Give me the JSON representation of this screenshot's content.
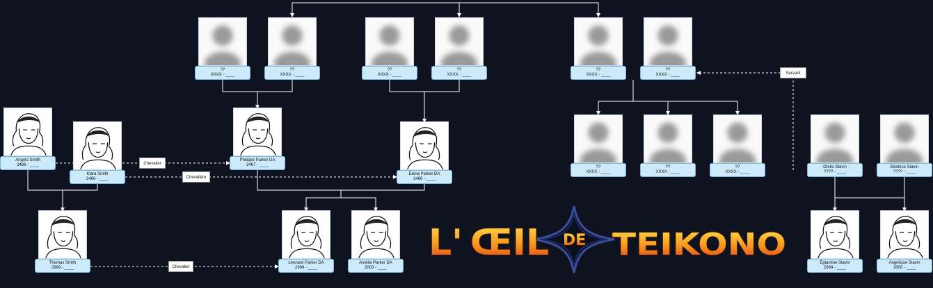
{
  "people": {
    "gp1": {
      "name": "??",
      "dates": "XXXX - ____",
      "portrait": "blurred-silhouette"
    },
    "gp2": {
      "name": "??",
      "dates": "XXXX - ____",
      "portrait": "blurred-silhouette"
    },
    "gp3": {
      "name": "??",
      "dates": "XXXX - ____",
      "portrait": "blurred-silhouette"
    },
    "gp4": {
      "name": "??",
      "dates": "XXXX - ____",
      "portrait": "blurred-silhouette"
    },
    "gp5": {
      "name": "??",
      "dates": "XXXX - ____",
      "portrait": "blurred-silhouette"
    },
    "gp6": {
      "name": "??",
      "dates": "XXXX - ____",
      "portrait": "blurred-silhouette"
    },
    "kid1": {
      "name": "??",
      "dates": "XXXX - ____",
      "portrait": "blurred-silhouette"
    },
    "kid2": {
      "name": "??",
      "dates": "XXXX - ____",
      "portrait": "blurred-silhouette"
    },
    "kid3": {
      "name": "??",
      "dates": "XXXX - ____",
      "portrait": "blurred-silhouette"
    },
    "otello": {
      "name": "Otello Stavin",
      "dates": "???? - ____",
      "portrait": "blurred-silhouette"
    },
    "beatrice": {
      "name": "Béatrice Stavin",
      "dates": "???? - ____",
      "portrait": "blurred-silhouette"
    },
    "angelo": {
      "name": "Angelo Smith",
      "dates": "2466 - ____",
      "portrait": "manga-sketch"
    },
    "klara": {
      "name": "Klara Smith",
      "dates": "2466 - ____",
      "portrait": "manga-sketch"
    },
    "philippe": {
      "name": "Philippe Parker DA",
      "dates": "2467 - ____",
      "portrait": "manga-sketch"
    },
    "elena": {
      "name": "Elena Parker DA",
      "dates": "2468 - ____",
      "portrait": "manga-sketch"
    },
    "thomas": {
      "name": "Thomas Smith",
      "dates": "2999 - ____",
      "portrait": "manga-sketch"
    },
    "leonard": {
      "name": "Léonard Parker DA",
      "dates": "2999 - ____",
      "portrait": "manga-sketch"
    },
    "amelia": {
      "name": "Amélia Parker DA",
      "dates": "3003 - ____",
      "portrait": "manga-sketch"
    },
    "eglantine": {
      "name": "Églantine Stavin",
      "dates": "2999 - ____",
      "portrait": "manga-sketch"
    },
    "angelique": {
      "name": "Angélique Stavin",
      "dates": "3000 - ____",
      "portrait": "manga-sketch"
    }
  },
  "relations": {
    "chevalier_klara": "Chevalier",
    "chevaliere_elena": "Chevalière",
    "chevalier_thomas": "Chevalier",
    "servant": "Servant"
  },
  "logo": {
    "left": "L'",
    "oeil": "ŒIL",
    "de": "DE",
    "right": "TEIKONO",
    "full": "L'ŒIL DE TEIKONO"
  },
  "colors": {
    "background": "#0f1320",
    "plate": "#cdeafb",
    "plate_border": "#7ab6dd",
    "connector": "#ffffff",
    "logo_fill_top": "#ffd23a",
    "logo_fill_bottom": "#e04a12"
  }
}
